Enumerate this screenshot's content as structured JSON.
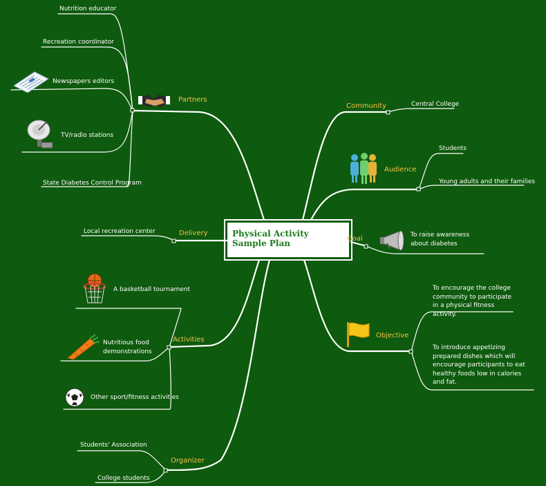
{
  "root": {
    "title": "Physical Activity Sample Plan"
  },
  "branches": {
    "partners": {
      "label": "Partners",
      "items": [
        "Nutrition educator",
        "Recreation coordinator",
        "Newspapers editors",
        "TV/radio stations",
        "State Diabetes Control Program"
      ]
    },
    "community": {
      "label": "Community",
      "items": [
        "Central College"
      ]
    },
    "audience": {
      "label": "Audience",
      "items": [
        "Students",
        "Young adults and their families"
      ]
    },
    "goal": {
      "label": "Goal",
      "items": [
        "To raise awareness about diabetes"
      ]
    },
    "objective": {
      "label": "Objective",
      "items": [
        "To encourage the college community to participate in a physical fitness activity.",
        "To introduce appetizing prepared dishes which will encourage participants to eat healthy foods low in calories and fat."
      ]
    },
    "delivery": {
      "label": "Delivery",
      "items": [
        "Local recreation center"
      ]
    },
    "activities": {
      "label": "Activities",
      "items": [
        "A basketball tournament",
        "Nutritious food demonstrations",
        "Other sport/fitness activities"
      ]
    },
    "organizer": {
      "label": "Organizer",
      "items": [
        "Students' Association",
        "College students"
      ]
    }
  },
  "icons": [
    "handshake-icon",
    "newspaper-icon",
    "satellite-dish-icon",
    "people-icon",
    "megaphone-icon",
    "flag-icon",
    "basketball-hoop-icon",
    "carrot-icon",
    "soccer-ball-icon"
  ],
  "colors": {
    "background": "#0e5a0e",
    "connector": "#ffffff",
    "branch_label": "#f3c24a",
    "root_text": "#1f7a1f"
  }
}
